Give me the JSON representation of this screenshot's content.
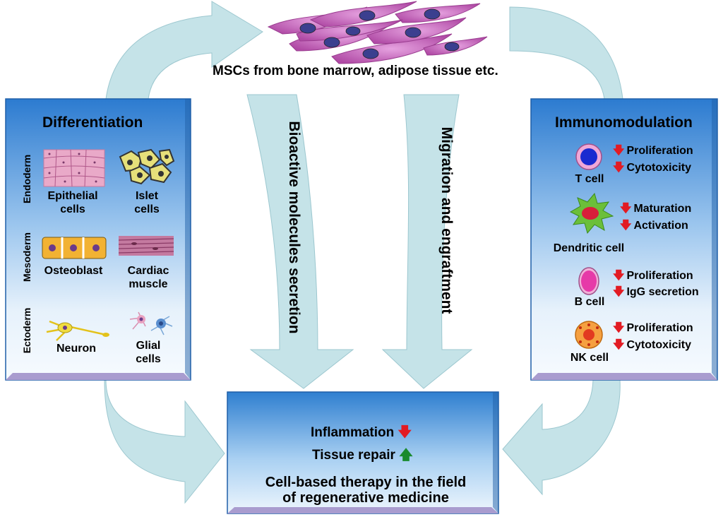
{
  "source_label": "MSCs from bone marrow, adipose tissue etc.",
  "differentiation": {
    "title": "Differentiation",
    "layers": [
      "Endoderm",
      "Mesoderm",
      "Ectoderm"
    ],
    "cells": {
      "epithelial": "Epithelial\ncells",
      "islet": "Islet\ncells",
      "osteoblast": "Osteoblast",
      "cardiac": "Cardiac\nmuscle",
      "neuron": "Neuron",
      "glial": "Glial\ncells"
    }
  },
  "pathways": {
    "left": "Bioactive molecules secretion",
    "right": "Migration and engraftment"
  },
  "immunomodulation": {
    "title": "Immunomodulation",
    "cells": [
      {
        "name": "T cell",
        "effects": [
          "Proliferation",
          "Cytotoxicity"
        ]
      },
      {
        "name": "Dendritic cell",
        "effects": [
          "Maturation",
          "Activation"
        ]
      },
      {
        "name": "B cell",
        "effects": [
          "Proliferation",
          "IgG secretion"
        ]
      },
      {
        "name": "NK cell",
        "effects": [
          "Proliferation",
          "Cytotoxicity"
        ]
      }
    ]
  },
  "outcome": {
    "inflammation": "Inflammation",
    "tissue_repair": "Tissue repair",
    "therapy": "Cell-based therapy in the field\nof regenerative medicine"
  },
  "colors": {
    "arrow_fill": "#c5e3e8",
    "panel_blue": "#2f7fd0",
    "panel_light": "#e8f2fb",
    "panel_bottom": "#a99ccf",
    "decrease_arrow": "#e21b23",
    "increase_arrow": "#1a8a2e"
  }
}
